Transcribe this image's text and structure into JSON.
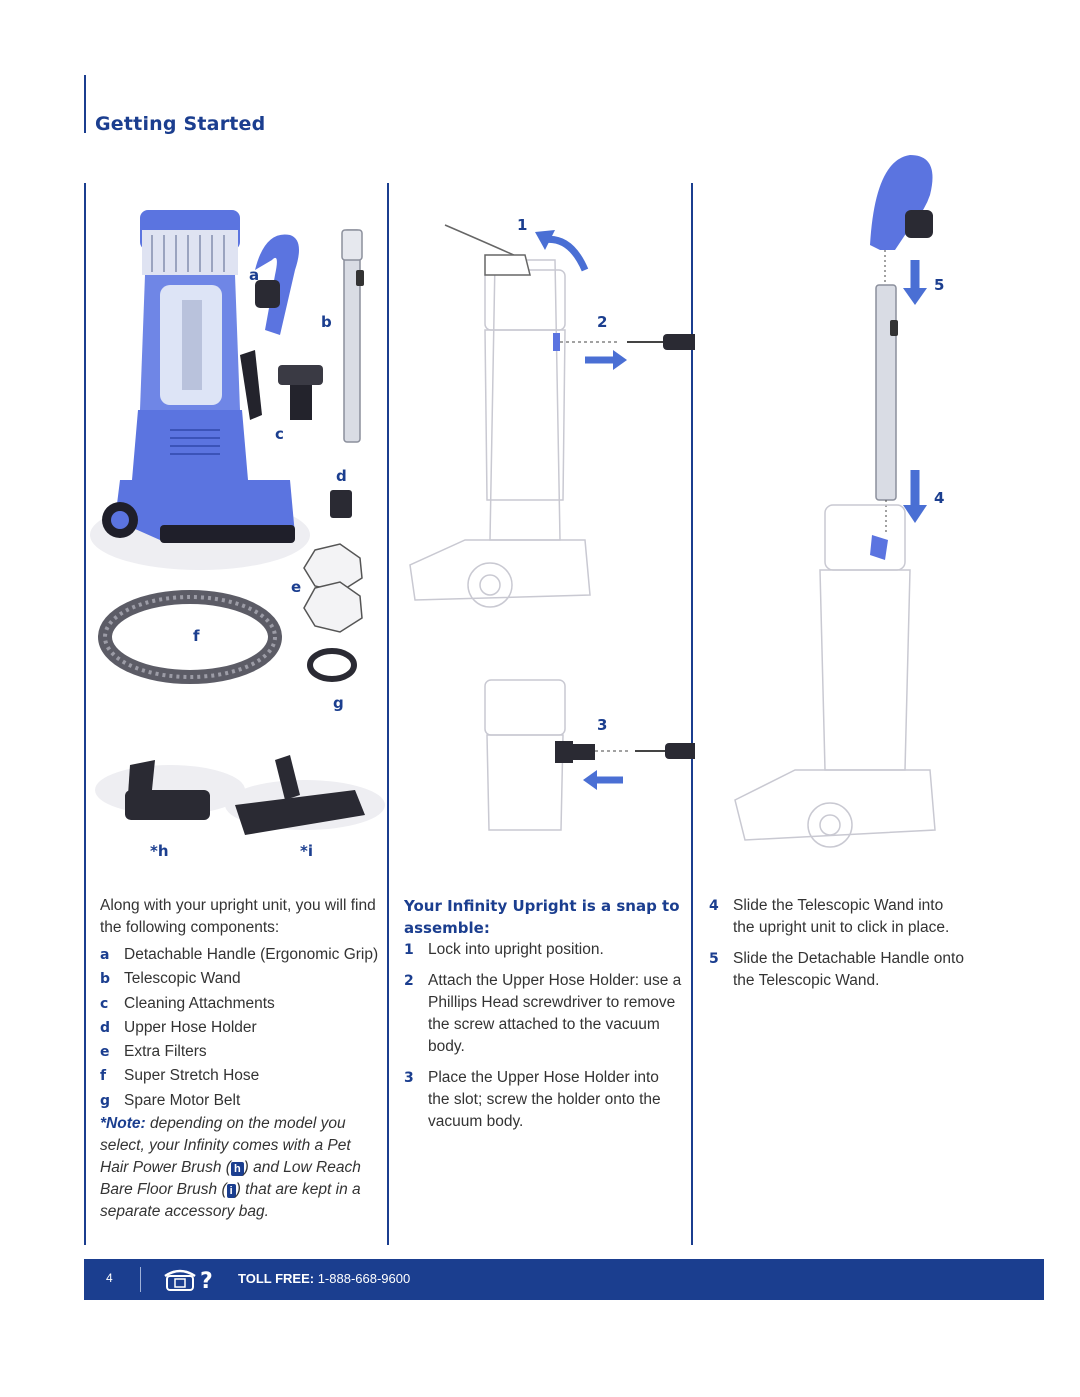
{
  "page": {
    "title": "Getting Started",
    "number": "4"
  },
  "figure_labels": {
    "a": "a",
    "b": "b",
    "c": "c",
    "d": "d",
    "e": "e",
    "f": "f",
    "g": "g",
    "h": "*h",
    "i": "*i",
    "step1": "1",
    "step2": "2",
    "step3": "3",
    "step4": "4",
    "step5": "5"
  },
  "left_column": {
    "intro": "Along with your upright unit, you will find the following components:",
    "components": [
      {
        "key": "a",
        "text": "Detachable Handle (Ergonomic Grip)"
      },
      {
        "key": "b",
        "text": "Telescopic Wand"
      },
      {
        "key": "c",
        "text": "Cleaning Attachments"
      },
      {
        "key": "d",
        "text": "Upper Hose Holder"
      },
      {
        "key": "e",
        "text": "Extra Filters"
      },
      {
        "key": "f",
        "text": "Super Stretch Hose"
      },
      {
        "key": "g",
        "text": "Spare Motor Belt"
      }
    ],
    "note_prefix": "*Note:",
    "note_part1": " depending on the model you select, your Infinity comes with a Pet Hair Power Brush (",
    "note_badge_h": "h",
    "note_part2": ") and Low Reach Bare Floor Brush (",
    "note_badge_i": "i",
    "note_part3": ") that are kept in a separate accessory bag."
  },
  "middle_column": {
    "heading": "Your Infinity Upright is a snap to assemble:",
    "steps": [
      {
        "key": "1",
        "text": "Lock into upright position."
      },
      {
        "key": "2",
        "text": "Attach the Upper Hose Holder: use a Phillips Head screwdriver to remove the screw attached to the vacuum body."
      },
      {
        "key": "3",
        "text": "Place the Upper Hose Holder into the slot; screw the holder onto the vacuum body."
      }
    ]
  },
  "right_column": {
    "steps": [
      {
        "key": "4",
        "text": "Slide the Telescopic Wand into the upright unit to click in place."
      },
      {
        "key": "5",
        "text": "Slide the Detachable Handle onto the Telescopic Wand."
      }
    ]
  },
  "footer": {
    "toll_free_label": "TOLL FREE:",
    "phone": "1-888-668-9600",
    "icons": [
      "phone-icon",
      "question-icon"
    ]
  },
  "colors": {
    "accent": "#1b3e8f",
    "product_blue": "#5b74e0",
    "outline_gray": "#c9c9d2"
  }
}
